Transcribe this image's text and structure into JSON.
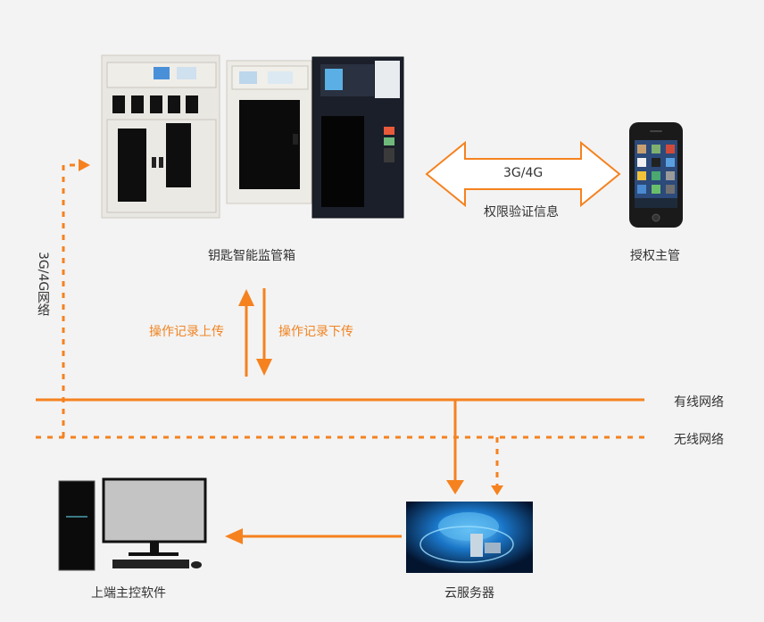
{
  "colors": {
    "accent": "#f5821f",
    "background": "#f3f3f3",
    "text": "#333333"
  },
  "nodes": {
    "cabinet": {
      "label": "钥匙智能监管箱",
      "icon": "key-cabinet-icon"
    },
    "phone": {
      "label": "授权主管",
      "icon": "smartphone-icon"
    },
    "cloud": {
      "label": "云服务器",
      "icon": "cloud-server-icon"
    },
    "pc": {
      "label": "上端主控软件",
      "icon": "desktop-computer-icon"
    }
  },
  "links": {
    "phone_link_top": "3G/4G",
    "phone_link_bottom": "权限验证信息",
    "upload": "操作记录上传",
    "download": "操作记录下传",
    "mobile_network": "3G/4G网络"
  },
  "legend": {
    "wired": "有线网络",
    "wireless": "无线网络"
  }
}
